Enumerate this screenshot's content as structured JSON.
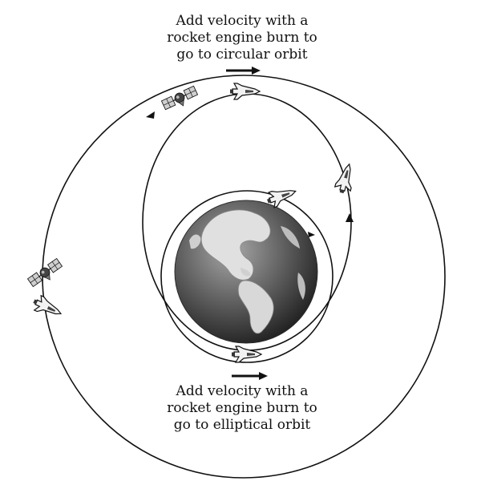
{
  "captions": {
    "top": [
      "Add velocity with a",
      "rocket engine burn to",
      "go to circular orbit"
    ],
    "bottom": [
      "Add velocity with a",
      "rocket engine burn to",
      "go to elliptical orbit"
    ]
  },
  "icons": {
    "planet": "earth-globe-icon",
    "spacecraft": "space-shuttle-icon",
    "payload": "satellite-icon",
    "burn": "thrust-arrow-icon"
  },
  "colors": {
    "line": "#111111",
    "ocean_dark": "#2b2b2b",
    "ocean_light": "#9a9a9a",
    "land": "#e6e6e6",
    "background": "#ffffff"
  }
}
